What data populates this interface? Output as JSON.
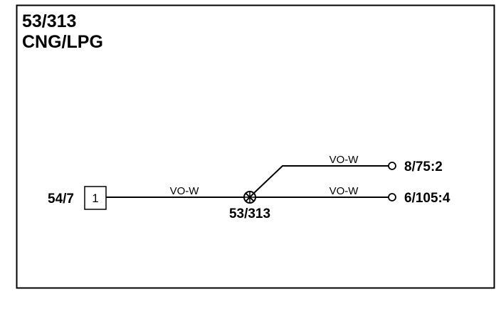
{
  "title": {
    "line1": "53/313",
    "line2": "CNG/LPG"
  },
  "connector": {
    "name": "54/7",
    "pin": "1"
  },
  "wires": {
    "main_color": "VO-W",
    "upper_branch_color": "VO-W",
    "lower_branch_color": "VO-W"
  },
  "splice": {
    "label": "53/313"
  },
  "destinations": {
    "upper": "8/75:2",
    "lower": "6/105:4"
  }
}
